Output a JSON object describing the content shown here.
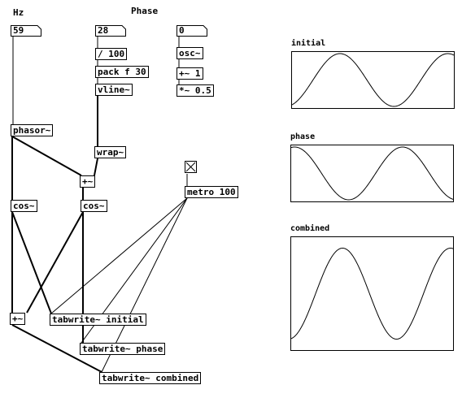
{
  "comments": {
    "hz": "Hz",
    "phase": "Phase"
  },
  "numbers": {
    "freq": "59",
    "phase": "28",
    "osc_freq": "0"
  },
  "objects": {
    "div100": "/ 100",
    "pack": "pack f 30",
    "vline": "vline~",
    "osc": "osc~",
    "plus1": "+~ 1",
    "times05": "*~ 0.5",
    "phasor": "phasor~",
    "wrap": "wrap~",
    "add_phase": "+~",
    "cos1": "cos~",
    "cos2": "cos~",
    "metro": "metro 100",
    "add_sum": "+~",
    "tw_initial": "tabwrite~ initial",
    "tw_phase": "tabwrite~ phase",
    "tw_combined": "tabwrite~ combined"
  },
  "graphs": {
    "initial": {
      "label": "initial"
    },
    "phase": {
      "label": "phase"
    },
    "combined": {
      "label": "combined"
    }
  },
  "toggle": {
    "state": "on"
  }
}
